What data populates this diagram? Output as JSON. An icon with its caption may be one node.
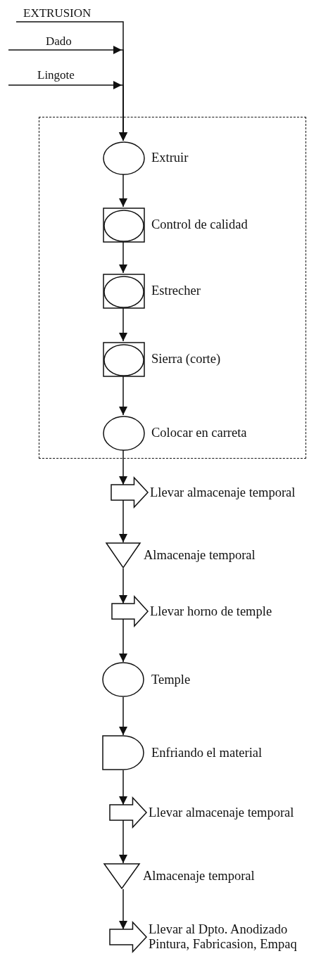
{
  "diagram": {
    "nodes": [
      {
        "text": [],
        "shape": "box"
      },
      {
        "text": [],
        "shape": "circle",
        "in": 0,
        "beside": [
          "Extruir"
        ]
      },
      {
        "text": [],
        "shape": "square",
        "in": 0,
        "beside": [
          "Control de calidad"
        ]
      },
      {
        "text": [],
        "shape": "square",
        "in": 0,
        "beside": [
          "Estrecher"
        ]
      },
      {
        "text": [],
        "shape": "square",
        "in": 0,
        "beside": [
          "Sierra (corte)"
        ]
      },
      {
        "text": [],
        "shape": "circle",
        "in": 0,
        "beside": [
          "Colocar en carreta"
        ]
      },
      {
        "text": [],
        "shape": "arrow",
        "beside": [
          "Llevar almacenaje temporal"
        ]
      },
      {
        "text": [],
        "shape": "triangle",
        "beside": [
          "Almacenaje temporal"
        ]
      },
      {
        "text": [],
        "shape": "arrow",
        "beside": [
          "Llevar horno de temple"
        ]
      },
      {
        "text": [],
        "shape": "circle",
        "beside": [
          "Temple"
        ]
      },
      {
        "text": [],
        "shape": "semicircle",
        "beside": [
          "Enfriando el material"
        ]
      },
      {
        "text": [],
        "shape": "arrow",
        "beside": [
          "Llevar almacenaje temporal"
        ]
      },
      {
        "text": [],
        "shape": "triangle",
        "beside": [
          "Almacenaje temporal"
        ]
      },
      {
        "text": [],
        "shape": "arrow",
        "beside": [
          "Llevar al Dpto. Anodizado Pintura, Fabricasion, Empaq"
        ]
      }
    ],
    "edges": [
      {
        "from": null,
        "to": 1,
        "arrow": "to",
        "label": "EXTRUSION"
      },
      {
        "from": null,
        "to": 1,
        "arrow": "to",
        "label": "Dado"
      },
      {
        "from": null,
        "to": 1,
        "arrow": "to",
        "label": "Lingote"
      },
      {
        "from": 1,
        "to": 2,
        "arrow": "to"
      },
      {
        "from": 2,
        "to": 3,
        "arrow": "to"
      },
      {
        "from": 3,
        "to": 4,
        "arrow": "to"
      },
      {
        "from": 4,
        "to": 5,
        "arrow": "to"
      },
      {
        "from": 5,
        "to": 6,
        "arrow": "to"
      },
      {
        "from": 6,
        "to": 7,
        "arrow": "to"
      },
      {
        "from": 7,
        "to": 8,
        "arrow": "to"
      },
      {
        "from": 8,
        "to": 9,
        "arrow": "to"
      },
      {
        "from": 9,
        "to": 10,
        "arrow": "to"
      },
      {
        "from": 10,
        "to": 11,
        "arrow": "to"
      },
      {
        "from": 11,
        "to": 12,
        "arrow": "to"
      },
      {
        "from": 12,
        "to": 13,
        "arrow": "to"
      }
    ]
  }
}
